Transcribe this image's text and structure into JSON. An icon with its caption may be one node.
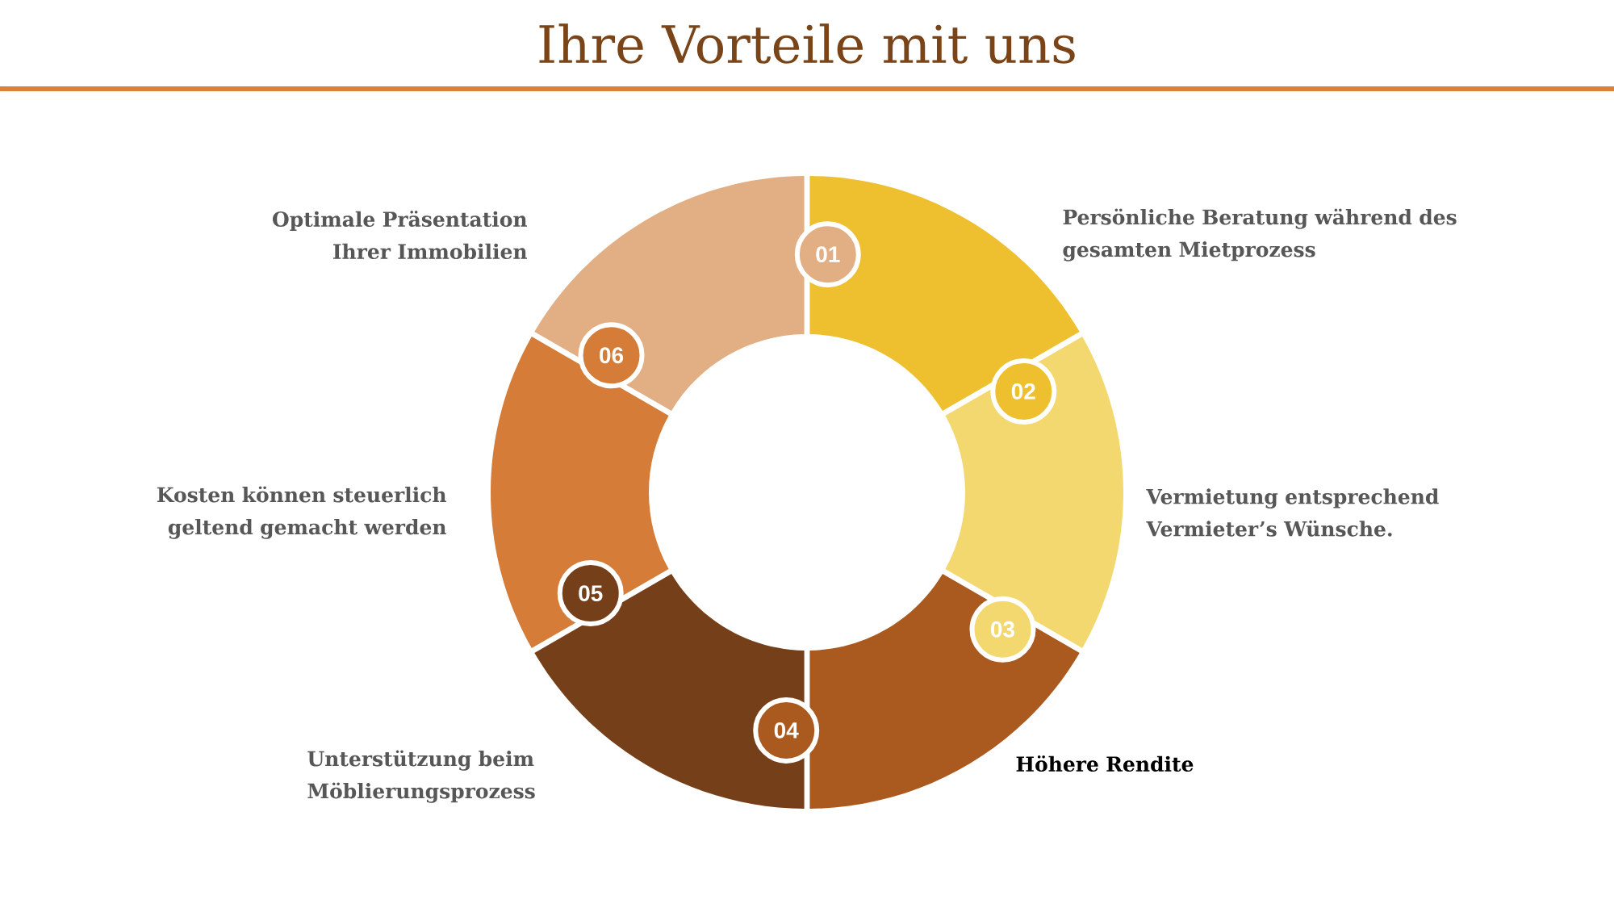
{
  "diagram": {
    "title": "Ihre Vorteile mit uns",
    "nodes": [
      {
        "text": [],
        "shape": "segment"
      },
      {
        "text": [],
        "shape": "segment"
      },
      {
        "text": [],
        "shape": "segment"
      },
      {
        "text": [],
        "shape": "segment"
      },
      {
        "text": [],
        "shape": "segment"
      },
      {
        "text": [],
        "shape": "segment"
      },
      {
        "text": [
          "01"
        ],
        "in": 0
      },
      {
        "text": [
          "02"
        ],
        "in": 1
      },
      {
        "text": [
          "03"
        ],
        "in": 2
      },
      {
        "text": [
          "04"
        ],
        "in": 3
      },
      {
        "text": [
          "05"
        ],
        "in": 4
      },
      {
        "text": [
          "06"
        ],
        "in": 5
      }
    ],
    "labels": [
      "Optimale Präsentation Ihrer Immobilien",
      "Persönliche Beratung während des gesamten Mietprozess",
      "Kosten können steuerlich geltend gemacht  werden",
      "Vermietung entsprechend Vermieter’s Wünsche.",
      "Unterstützung beim Möblierungsprozess",
      "Höhere Rendite"
    ]
  }
}
